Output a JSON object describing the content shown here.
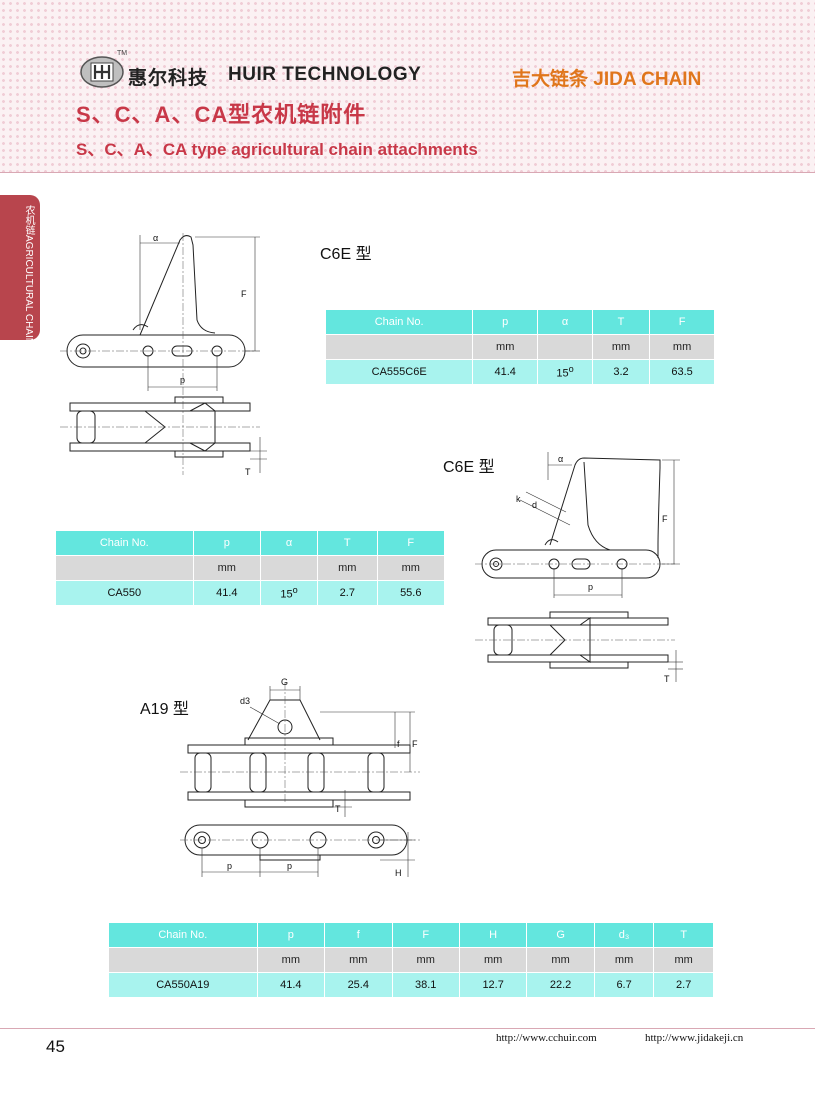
{
  "header": {
    "tm": "TM",
    "brand_cn": "惠尔科技",
    "brand_en": "HUIR TECHNOLOGY",
    "brand2": "吉大链条 JIDA CHAIN",
    "title_cn": "S、C、A、CA型农机链附件",
    "title_en": "S、C、A、CA type agricultural chain attachments"
  },
  "side_tab": "农机链AGRICULTURAL CHAINS",
  "figures": {
    "fig1": {
      "caption": "C6E 型",
      "labels": {
        "alpha": "α",
        "F": "F",
        "p": "p",
        "T": "T"
      }
    },
    "fig2": {
      "caption": "C6E 型",
      "labels": {
        "alpha": "α",
        "k": "k",
        "d": "d",
        "F": "F",
        "p": "p",
        "T": "T"
      }
    },
    "fig3": {
      "caption": "A19 型",
      "labels": {
        "G": "G",
        "d3": "d3",
        "f": "f",
        "F": "F",
        "T": "T",
        "p1": "p",
        "p2": "p",
        "H": "H"
      }
    }
  },
  "tables": {
    "table1": {
      "headers": [
        "Chain  No.",
        "p",
        "α",
        "T",
        "F"
      ],
      "units": [
        "",
        "mm",
        "",
        "mm",
        "mm"
      ],
      "row": [
        "CA555C6E",
        "41.4",
        "15",
        "3.2",
        "63.5"
      ],
      "sup": "o"
    },
    "table2": {
      "headers": [
        "Chain  No.",
        "p",
        "α",
        "T",
        "F"
      ],
      "units": [
        "",
        "mm",
        "",
        "mm",
        "mm"
      ],
      "row": [
        "CA550",
        "41.4",
        "15",
        "2.7",
        "55.6"
      ],
      "sup": "o"
    },
    "table3": {
      "headers": [
        "Chain  No.",
        "p",
        "f",
        "F",
        "H",
        "G",
        "d₃",
        "T"
      ],
      "units": [
        "",
        "mm",
        "mm",
        "mm",
        "mm",
        "mm",
        "mm",
        "mm"
      ],
      "row": [
        "CA550A19",
        "41.4",
        "25.4",
        "38.1",
        "12.7",
        "22.2",
        "6.7",
        "2.7"
      ]
    }
  },
  "footer": {
    "page": "45",
    "url1": "http://www.cchuir.com",
    "url2": "http://www.jidakeji.cn"
  },
  "colors": {
    "brand_red": "#c83848",
    "brand_orange": "#e0761c",
    "table_header": "#63e6de",
    "table_value": "#a8f3ee",
    "table_units": "#d9d9d9",
    "side_tab": "#b8454d"
  }
}
